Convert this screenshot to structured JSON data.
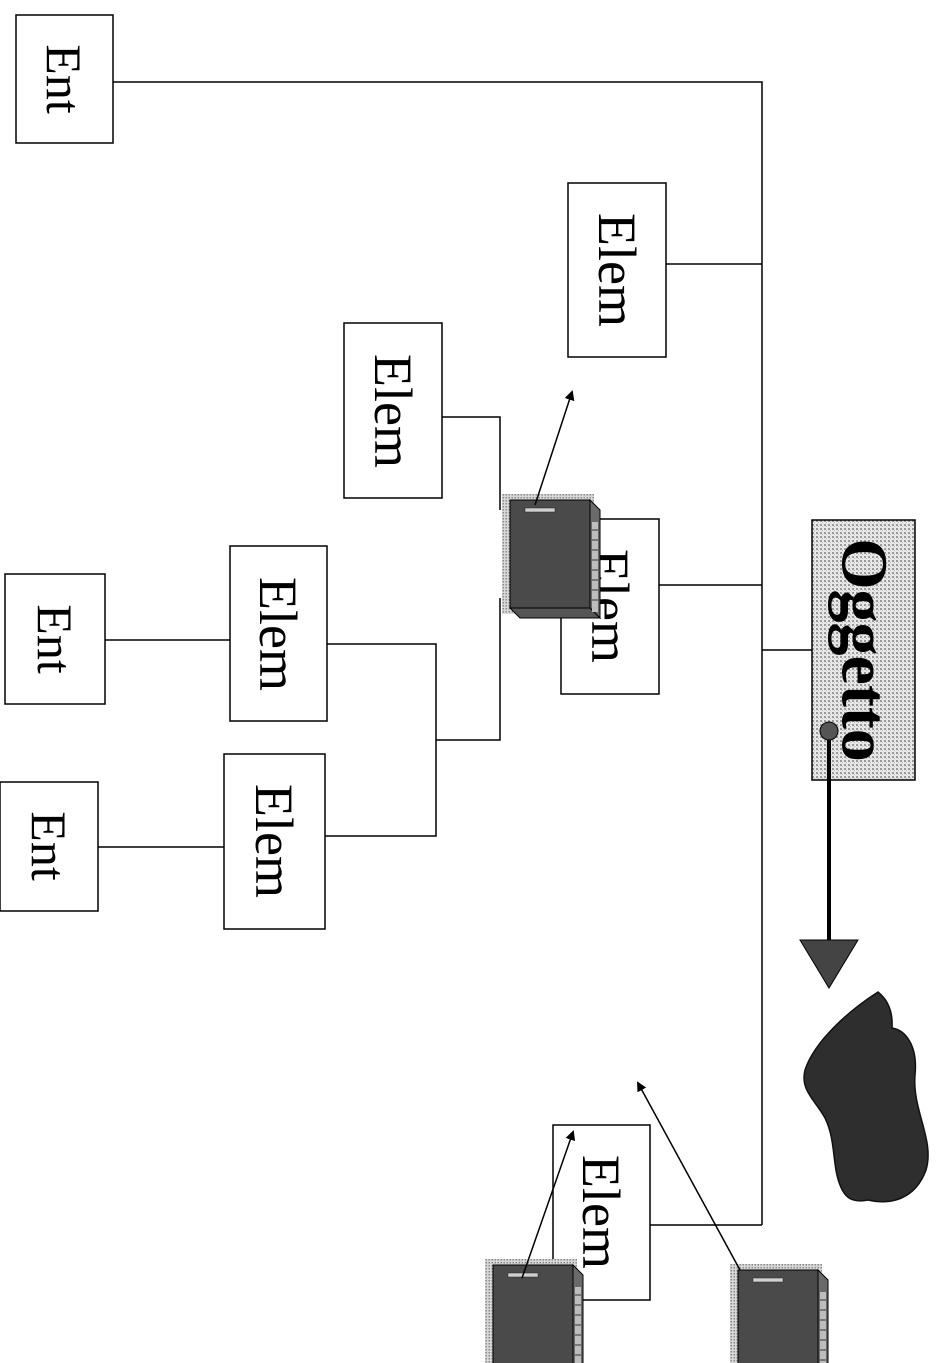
{
  "diagram": {
    "labels": {
      "ent": "Ent",
      "elem": "Elem",
      "oggetto": "Oggetto"
    },
    "icons": {
      "computer": "computer-icon",
      "object_shape": "blob-shape"
    },
    "colors": {
      "line": "#000000",
      "box_border": "#000000",
      "oggetto_fill": "#cfcfcf",
      "computer_body": "#4a4a4a",
      "blob": "#2e2e2e"
    }
  }
}
